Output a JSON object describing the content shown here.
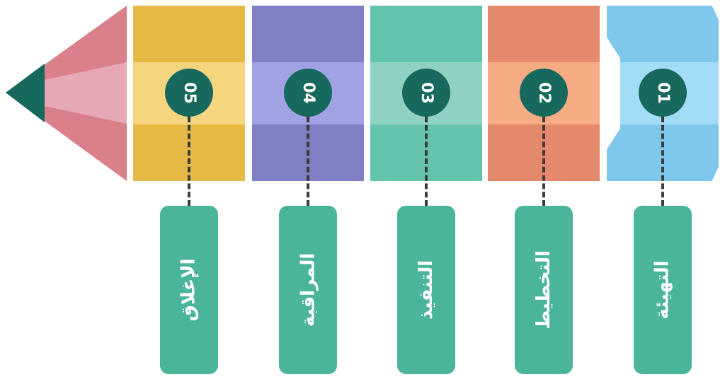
{
  "colors": {
    "tip": "#17695e",
    "wood": "#d9808a",
    "wood_light": "#e6a8b4",
    "box": "#4bb59b"
  },
  "steps": [
    {
      "number": "01",
      "label": "التهيئة",
      "color": "#7ec8ec",
      "band": "#a3dcf7"
    },
    {
      "number": "02",
      "label": "التخطيط",
      "color": "#e5896d",
      "band": "#f6ad84"
    },
    {
      "number": "03",
      "label": "التنفيذ",
      "color": "#63c3af",
      "band": "#8fd2c3"
    },
    {
      "number": "04",
      "label": "المراقبة",
      "color": "#7f80c4",
      "band": "#a1a2e3"
    },
    {
      "number": "05",
      "label": "الإغلاق",
      "color": "#e5bb46",
      "band": "#f6d57f"
    }
  ]
}
